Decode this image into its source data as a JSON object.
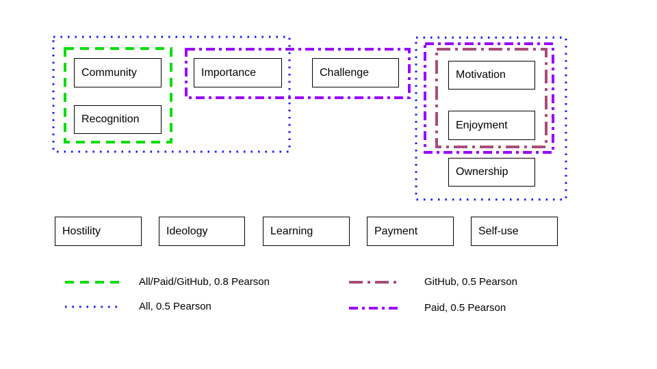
{
  "colors": {
    "all_paid_github": "#00dd00",
    "all": "#1515ff",
    "github": "#a64d79",
    "paid": "#9900ff",
    "node_border": "#000000",
    "text": "#000000"
  },
  "nodes": {
    "community": "Community",
    "recognition": "Recognition",
    "importance": "Importance",
    "challenge": "Challenge",
    "motivation": "Motivation",
    "enjoyment": "Enjoyment",
    "ownership": "Ownership",
    "hostility": "Hostility",
    "ideology": "Ideology",
    "learning": "Learning",
    "payment": "Payment",
    "self_use": "Self-use"
  },
  "legend": {
    "all_paid_github": "All/Paid/GitHub, 0.8 Pearson",
    "all": "All, 0.5 Pearson",
    "github": "GitHub, 0.5 Pearson",
    "paid": "Paid, 0.5 Pearson"
  }
}
